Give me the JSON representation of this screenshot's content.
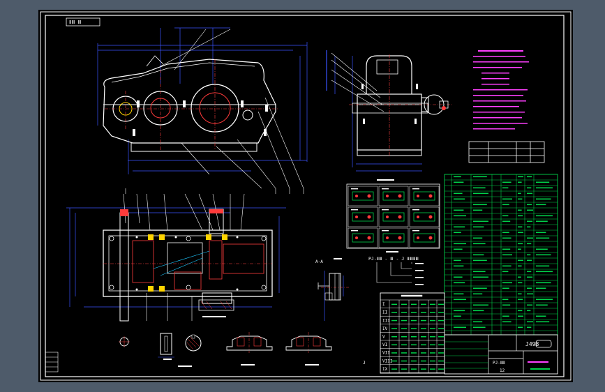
{
  "drawing": {
    "corner_tag": "ⅡⅢ Ⅲ",
    "title_block_code": "J498",
    "title_block_model": "PJ-ⅡⅢ",
    "title_block_sheet": "12",
    "view_label_a": "A-A",
    "view_label_j": "J",
    "product_code": "PJ-ⅡⅢ - Ⅲ - J ⅡⅢⅢⅢ",
    "roman_rows": [
      "I",
      "II",
      "III",
      "IV",
      "V",
      "VI",
      "VII",
      "VIII",
      "IX"
    ]
  },
  "colors": {
    "paper": "#000000",
    "frame": "#ffffff",
    "outline": "#ffffff",
    "dimension": "#3a53ff",
    "hatch": "#ff3b3b",
    "table": "#00d24a",
    "highlight": "#ffd400",
    "center": "#ff4040",
    "cyan": "#1ec8ff",
    "magenta": "#ff40ff"
  }
}
